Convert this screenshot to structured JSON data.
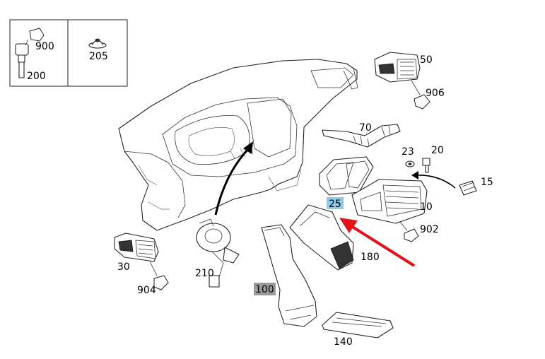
{
  "diagram": {
    "labels": {
      "p900": "900",
      "p200": "200",
      "p205": "205",
      "p50": "50",
      "p906": "906",
      "p70": "70",
      "p23": "23",
      "p20": "20",
      "p15": "15",
      "p25": "25",
      "p10": "10",
      "p902": "902",
      "p180": "180",
      "p30": "30",
      "p904": "904",
      "p210": "210",
      "p100": "100",
      "p140": "140"
    },
    "highlights": {
      "p25": "#8ecae6",
      "p100": "#9a9a9a"
    },
    "arrow_color": "#e0131b",
    "pointer_color": "#000000"
  }
}
